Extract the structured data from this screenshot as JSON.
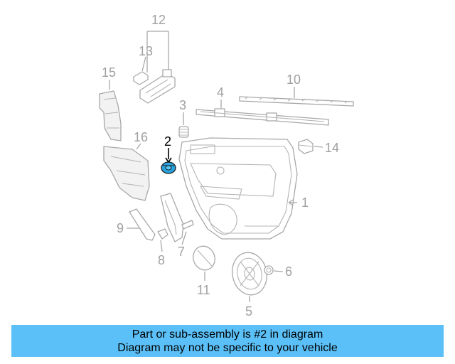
{
  "callouts": {
    "c1": "1",
    "c2": "2",
    "c3": "3",
    "c4": "4",
    "c5": "5",
    "c6": "6",
    "c7": "7",
    "c8": "8",
    "c9": "9",
    "c10": "10",
    "c11": "11",
    "c12": "12",
    "c13": "13",
    "c14": "14",
    "c15": "15",
    "c16": "16"
  },
  "highlighted_part": "2",
  "colors": {
    "banner": "#5bc0f8",
    "highlight_part": "#29a3e0",
    "line_art": "#a8a8a8"
  },
  "banner": {
    "line1": "Part or sub-assembly is #2 in diagram",
    "line2": "Diagram may not be specific to your vehicle"
  }
}
